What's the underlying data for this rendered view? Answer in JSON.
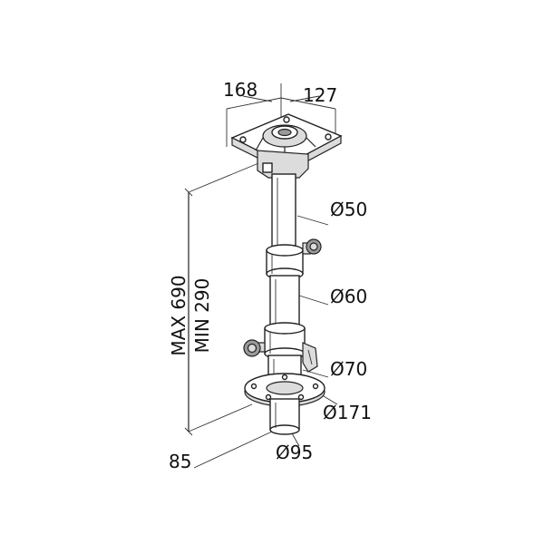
{
  "dimensions": {
    "plate_width": "168",
    "plate_depth": "127",
    "upper_tube_diameter": "Ø50",
    "middle_tube_diameter": "Ø60",
    "lower_tube_diameter": "Ø70",
    "flange_diameter": "Ø171",
    "base_diameter": "Ø95",
    "base_offset": "85",
    "height_max": "MAX 690",
    "height_min": "MIN 290"
  },
  "colors": {
    "line": "#222222",
    "shade": "#dcdcdc",
    "knob": "#9a9a9a"
  }
}
